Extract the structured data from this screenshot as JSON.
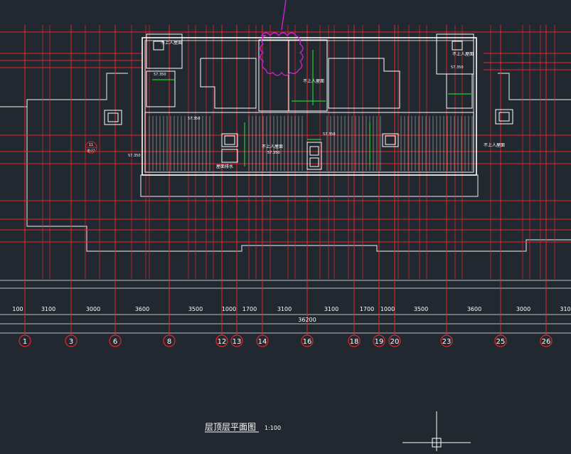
{
  "drawing": {
    "title": "层顶层平面图",
    "scale": "1:100",
    "total_dimension": "36200",
    "colors": {
      "background": "#212830",
      "grid": "#e8262a",
      "outline": "#c8cdd2",
      "text": "#ffffff",
      "accent_green": "#22cc33",
      "revision_cloud": "#d11fd1",
      "hatch": "#b8b8b8"
    },
    "axes": [
      {
        "label": "1"
      },
      {
        "label": "3"
      },
      {
        "label": "6"
      },
      {
        "label": "8"
      },
      {
        "label": "12"
      },
      {
        "label": "13"
      },
      {
        "label": "14"
      },
      {
        "label": "16"
      },
      {
        "label": "18"
      },
      {
        "label": "19"
      },
      {
        "label": "20"
      },
      {
        "label": "23"
      },
      {
        "label": "25"
      },
      {
        "label": "26"
      }
    ],
    "dimensions": [
      "100",
      "3100",
      "3000",
      "3600",
      "3500",
      "1000",
      "1700",
      "3100",
      "3100",
      "1700",
      "1000",
      "3500",
      "3600",
      "3000",
      "310"
    ],
    "room_labels": [
      {
        "text": "不上人屋面"
      },
      {
        "text": "不上人屋面"
      },
      {
        "text": "不上人屋面"
      },
      {
        "text": "不上人屋面"
      },
      {
        "text": "不上人屋面"
      },
      {
        "text": "屋面排水"
      }
    ],
    "elevation_labels": [
      "57.350",
      "57.350",
      "57.350",
      "57.350",
      "57.350",
      "57.350"
    ],
    "detail_bubble": {
      "number": "11",
      "ref": "图-27"
    }
  }
}
